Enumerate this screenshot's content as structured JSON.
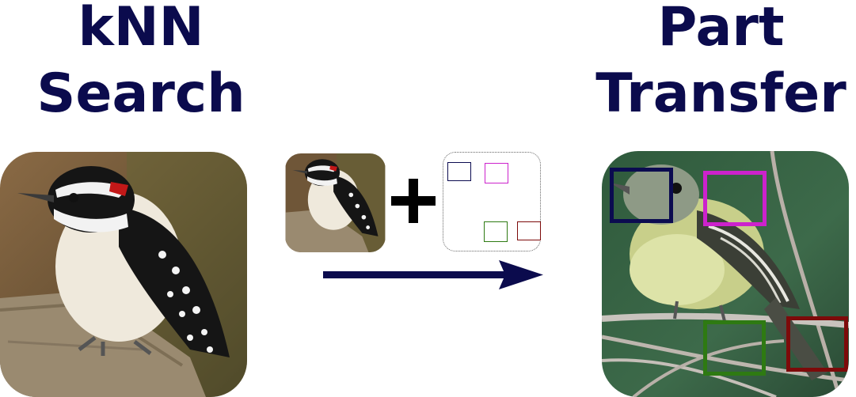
{
  "left_title": {
    "line1": "kNN",
    "line2": "Search"
  },
  "right_title": {
    "line1": "Part",
    "line2": "Transfer"
  },
  "colors": {
    "title": "#0b0b4d",
    "arrow": "#0b0b4d",
    "part_navy": "#0b0b50",
    "part_magenta": "#cc22cc",
    "part_green": "#2e7a12",
    "part_darkred": "#7d0a0a"
  },
  "images": {
    "query_image": "downy-woodpecker-photo",
    "query_thumbnail": "downy-woodpecker-photo-small",
    "target_image": "flycatcher-on-branch-photo"
  },
  "part_boxes": [
    "navy",
    "magenta",
    "green",
    "dark-red"
  ]
}
